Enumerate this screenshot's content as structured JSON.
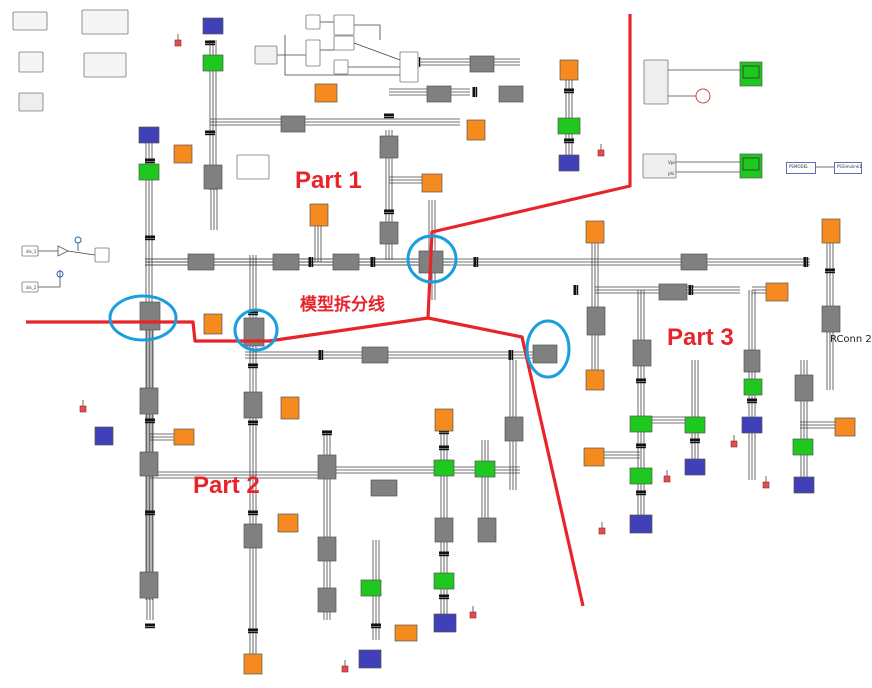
{
  "labels": {
    "part1": "Part 1",
    "part2": "Part 2",
    "part3": "Part 3",
    "split_line": "模型拆分线",
    "rconn": "RConn 2",
    "tag_model": "PSMODEL",
    "tag_model2": "PSSimulink1",
    "src1": "dis_1",
    "src2": "dis_2",
    "scope_in1": "Vps",
    "scope_in2": "phi"
  },
  "colors": {
    "split_line": "#e8242b",
    "circle": "#1a9fdc",
    "gray_block": "#808080",
    "orange_block": "#f58a1f",
    "green_block": "#1ec81e",
    "blue_block": "#4040b8",
    "wire": "#444444",
    "bus": "#111111"
  },
  "components": {
    "legend": "Legend",
    "bus_block": "gray bus block",
    "generator": "orange source block",
    "load": "green load block",
    "converter": "blue converter block",
    "terminator": "red terminator"
  }
}
